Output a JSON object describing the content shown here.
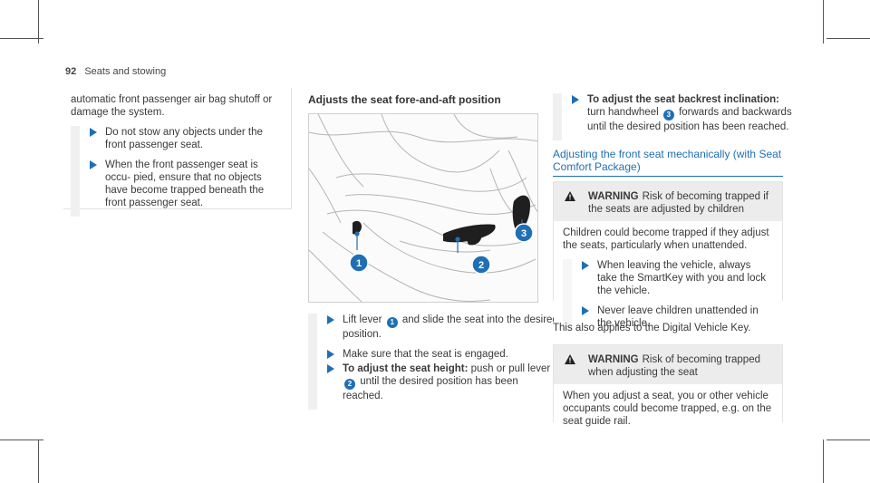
{
  "header": {
    "page_number": "92",
    "section": "Seats and stowing"
  },
  "col1": {
    "intro": "automatic front passenger air bag shutoff or damage the system.",
    "bullets": [
      "Do not stow any objects under the front passenger seat.",
      "When the front passenger seat is occu- pied, ensure that no objects have become trapped beneath the front passenger seat."
    ]
  },
  "col2": {
    "title": "Adjusts the seat fore-and-aft position",
    "figure_callouts": [
      "1",
      "2",
      "3"
    ],
    "bullet1_pre": "Lift lever",
    "bullet1_callout": "1",
    "bullet1_post": "and slide the seat into the desired position.",
    "bullet2": "Make sure that the seat is engaged.",
    "bullet3_bold": "To adjust the seat height:",
    "bullet3_pre": "push or pull lever",
    "bullet3_callout": "2",
    "bullet3_post": "until the desired position has been reached."
  },
  "col3": {
    "top_bold": "To adjust the seat backrest inclination:",
    "top_pre": "turn handwheel",
    "top_callout": "3",
    "top_post": "forwards and backwards until the desired position has been reached.",
    "section_title": "Adjusting the front seat mechanically (with Seat Comfort Package)",
    "warning1": {
      "label": "WARNING",
      "text": "Risk of becoming trapped if the seats are adjusted by children",
      "body": "Children could become trapped if they adjust the seats, particularly when unattended.",
      "bullets": [
        "When leaving the vehicle, always take the SmartKey with you and lock the vehicle.",
        "Never leave children unattended in the vehicle."
      ]
    },
    "note": "This also applies to the Digital Vehicle Key.",
    "warning2": {
      "label": "WARNING",
      "text": "Risk of becoming trapped when adjusting the seat",
      "body": "When you adjust a seat, you or other vehicle occupants could become trapped, e.g. on the seat guide rail."
    }
  },
  "colors": {
    "accent": "#1f6fb4",
    "text": "#3a3a3a"
  },
  "icons": {
    "bullet": "triangle-arrow-icon",
    "warning": "warning-triangle-icon"
  }
}
